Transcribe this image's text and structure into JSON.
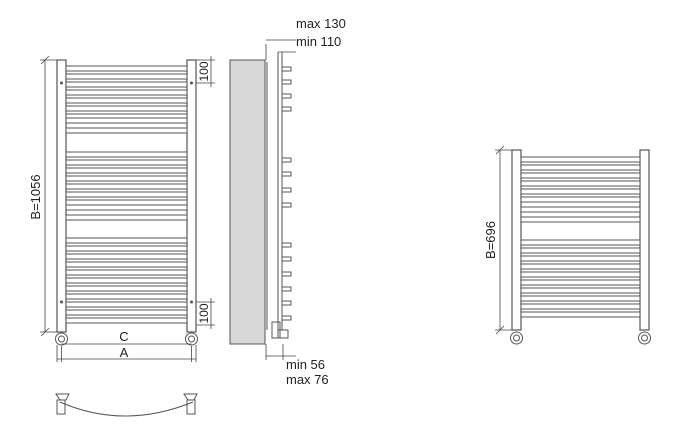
{
  "labels": {
    "height_large": "B=1056",
    "height_small": "B=696",
    "spacing_top": "100",
    "spacing_bottom": "100",
    "width_c": "C",
    "width_a": "A",
    "depth_max_top": "max 130",
    "depth_min_top": "min 110",
    "depth_min_bottom": "min 56",
    "depth_max_bottom": "max 76"
  },
  "colors": {
    "line": "#555555",
    "panel_fill": "#d8d8d8",
    "text": "#222222"
  }
}
